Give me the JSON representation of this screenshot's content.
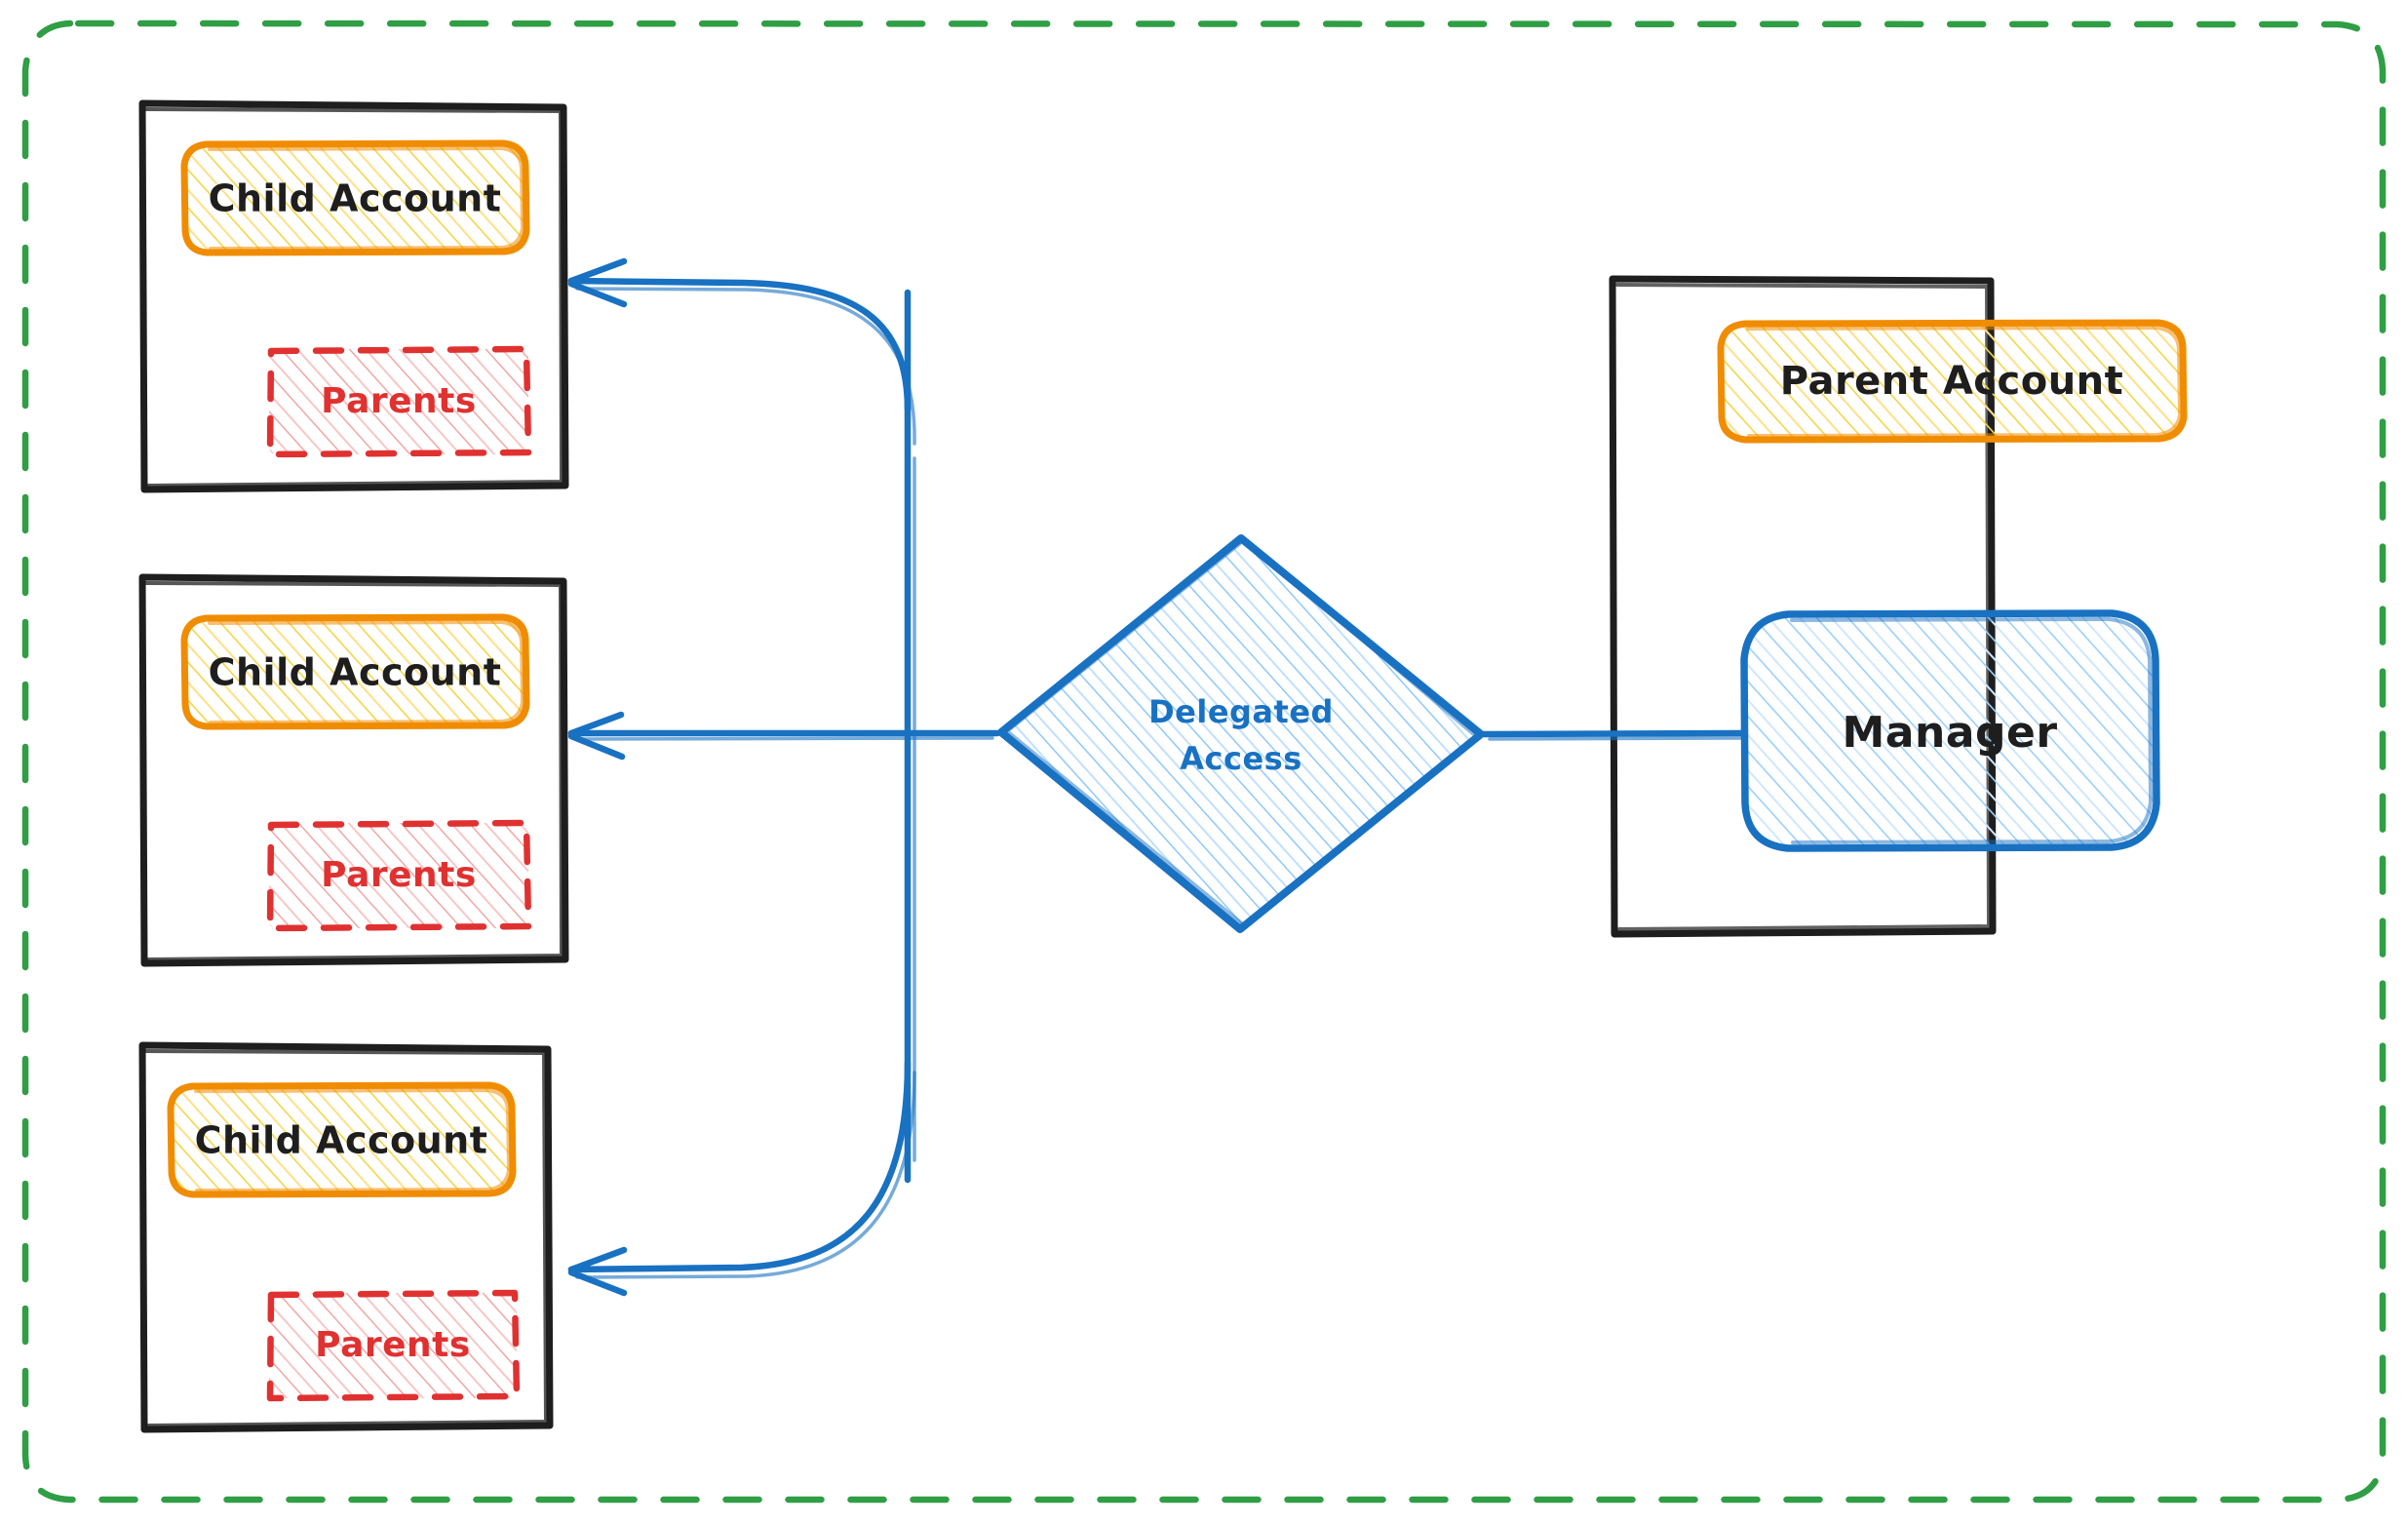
{
  "diagram": {
    "title": "Delegated Access between Parent Account and Child Accounts",
    "style": "hand-drawn sketch (excalidraw)",
    "background": "#ffffff"
  },
  "colors": {
    "boundary_green": "#2f9e44",
    "container_black": "#1e1e1e",
    "account_orange": "#f08c00",
    "account_fill_yellow": "#f5d547",
    "parents_red": "#e03131",
    "parents_fill_red": "#f0a0a0",
    "blue_stroke": "#1971c2",
    "blue_fill": "#a5d8ff",
    "text_dark": "#1e1e1e"
  },
  "boundary": {
    "name": "organization-boundary",
    "stroke_style": "dashed",
    "color": "#2f9e44"
  },
  "child_accounts": [
    {
      "container_label": "child-account-container-1",
      "account": {
        "label": "Child Account"
      },
      "parents": {
        "label": "Parents"
      }
    },
    {
      "container_label": "child-account-container-2",
      "account": {
        "label": "Child Account"
      },
      "parents": {
        "label": "Parents"
      }
    },
    {
      "container_label": "child-account-container-3",
      "account": {
        "label": "Child Account"
      },
      "parents": {
        "label": "Parents"
      }
    }
  ],
  "parent_account_container": {
    "container_label": "parent-account-container",
    "account": {
      "label": "Parent Account"
    },
    "manager": {
      "label": "Manager"
    }
  },
  "relationship": {
    "label_line1": "Delegated",
    "label_line2": "Access",
    "shape": "diamond"
  },
  "connectors": [
    {
      "name": "manager-to-delegated-access",
      "from": "Manager",
      "to": "Delegated Access",
      "arrow": false
    },
    {
      "name": "delegated-access-to-child-1",
      "from": "Delegated Access",
      "to": "Child Account 1",
      "arrow": true
    },
    {
      "name": "delegated-access-to-child-2",
      "from": "Delegated Access",
      "to": "Child Account 2",
      "arrow": true
    },
    {
      "name": "delegated-access-to-child-3",
      "from": "Delegated Access",
      "to": "Child Account 3",
      "arrow": true
    }
  ]
}
